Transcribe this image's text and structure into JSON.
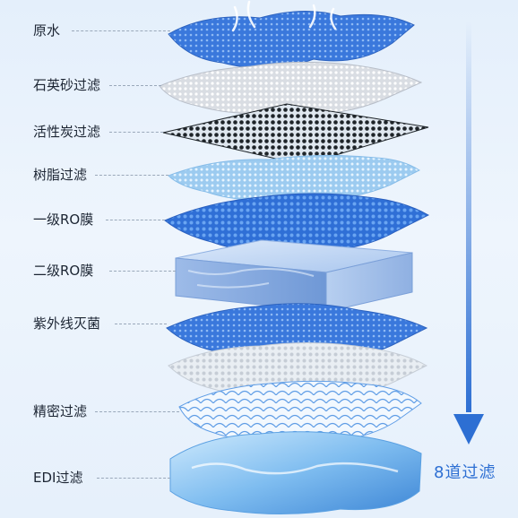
{
  "layers": [
    {
      "label": "原水"
    },
    {
      "label": "石英砂过滤"
    },
    {
      "label": "活性炭过滤"
    },
    {
      "label": "树脂过滤"
    },
    {
      "label": "一级RO膜"
    },
    {
      "label": "二级RO膜"
    },
    {
      "label": "紫外线灭菌"
    },
    {
      "label": "精密过滤"
    },
    {
      "label": "EDI过滤"
    }
  ],
  "stage_count": "8道过滤",
  "colors": {
    "accent": "#2d6fd3",
    "mesh_blue": "#3b7fe0",
    "mesh_silver": "#c9ced6",
    "mesh_black": "#1e2429",
    "mesh_light": "#a9d3f3",
    "block": "#c9dcf5",
    "ice": "#9fd0f3"
  }
}
